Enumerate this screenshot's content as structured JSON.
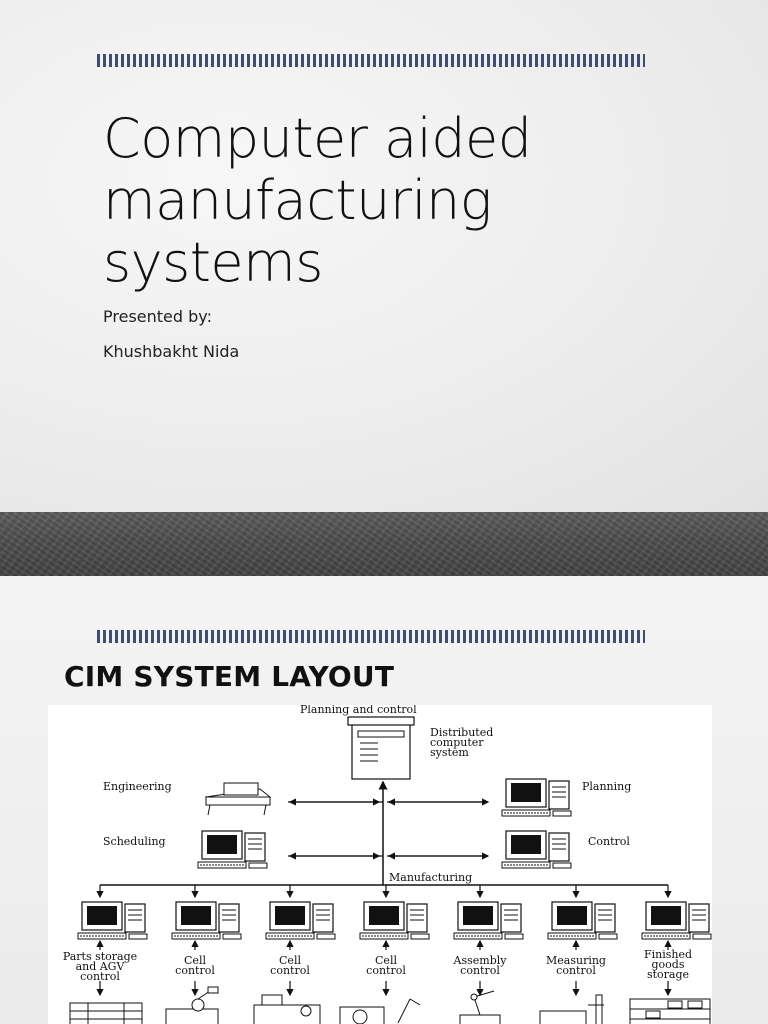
{
  "slide1": {
    "title_lines": [
      "Computer aided",
      "manufacturing",
      "systems"
    ],
    "presented_by": "Presented by:",
    "author": "Khushbakht Nida"
  },
  "slide2": {
    "title": "CIM SYSTEM LAYOUT",
    "diagram": {
      "top_label": "Planning and control",
      "distributed": [
        "Distributed",
        "computer",
        "system"
      ],
      "engineering": "Engineering",
      "planning": "Planning",
      "scheduling": "Scheduling",
      "control": "Control",
      "manufacturing": "Manufacturing",
      "cells": [
        {
          "lines": [
            "Parts storage",
            "and AGV",
            "control"
          ]
        },
        {
          "lines": [
            "Cell",
            "control"
          ]
        },
        {
          "lines": [
            "Cell",
            "control"
          ]
        },
        {
          "lines": [
            "Cell",
            "control"
          ]
        },
        {
          "lines": [
            "Assembly",
            "control"
          ]
        },
        {
          "lines": [
            "Measuring",
            "control"
          ]
        },
        {
          "lines": [
            "Finished",
            "goods",
            "storage"
          ]
        }
      ]
    }
  },
  "colors": {
    "hatch": "#3f4d6e",
    "band": "#4e4e4e",
    "text": "#111111"
  }
}
